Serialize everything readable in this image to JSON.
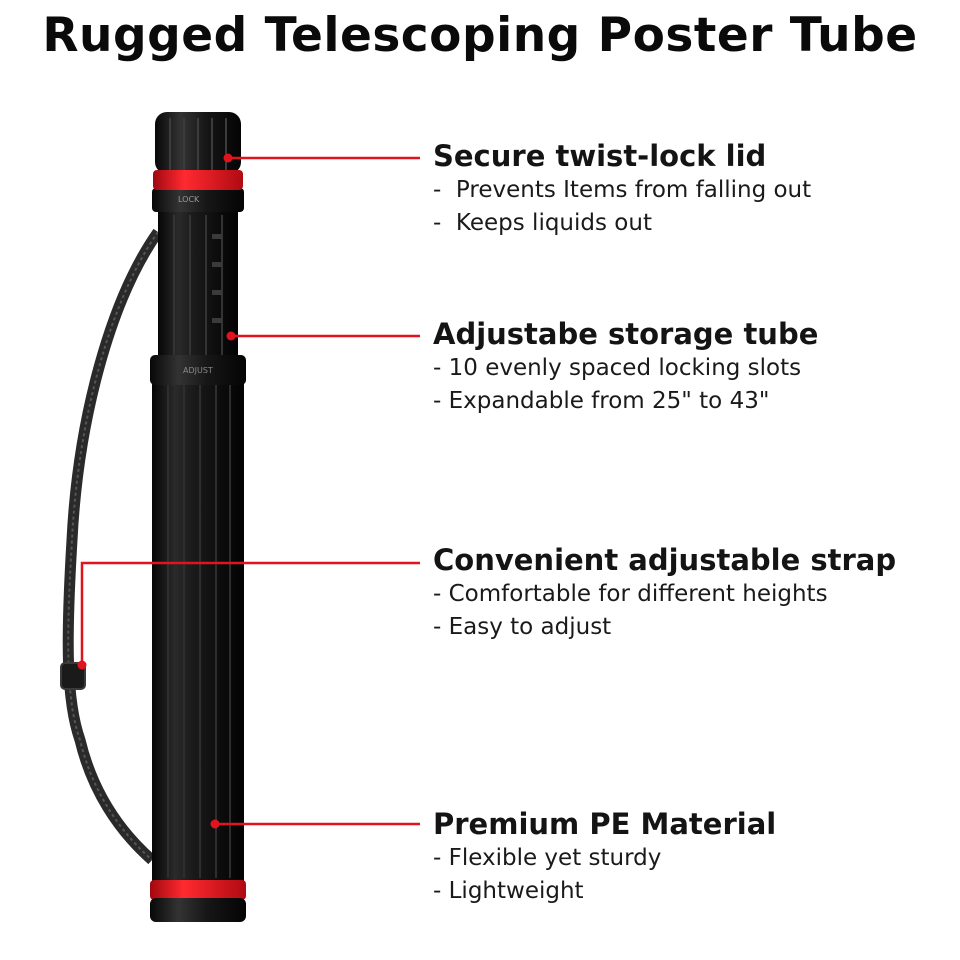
{
  "title": "Rugged Telescoping Poster Tube",
  "colors": {
    "accent": "#e0141e",
    "tube": "#121212",
    "text": "#111111"
  },
  "product": {
    "image_name": "telescoping-poster-tube-photo",
    "lid_label": "LOCK",
    "mid_label": "ADJUST"
  },
  "callouts": [
    {
      "heading": "Secure twist-lock lid",
      "bullets": [
        "-  Prevents Items from falling out",
        "-  Keeps liquids out"
      ]
    },
    {
      "heading": "Adjustabe storage tube",
      "bullets": [
        "- 10 evenly spaced locking slots",
        "- Expandable from 25\" to 43\""
      ]
    },
    {
      "heading": "Convenient adjustable strap",
      "bullets": [
        "- Comfortable for different heights",
        "- Easy to adjust"
      ]
    },
    {
      "heading": "Premium PE Material",
      "bullets": [
        "- Flexible yet sturdy",
        "- Lightweight"
      ]
    }
  ]
}
